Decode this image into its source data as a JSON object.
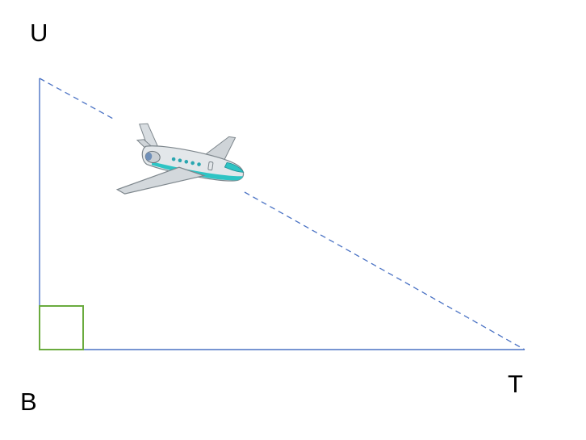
{
  "vertices": {
    "top": "U",
    "bottom_left": "B",
    "bottom_right": "T"
  },
  "colors": {
    "triangle_sides": "#4a72c4",
    "line_of_sight": "#4a72c4",
    "right_angle_marker": "#6aab3e",
    "airplane_body": "#dfe3e6",
    "airplane_accent": "#2ec4c4"
  },
  "icons": {
    "airplane": "airplane-icon"
  }
}
